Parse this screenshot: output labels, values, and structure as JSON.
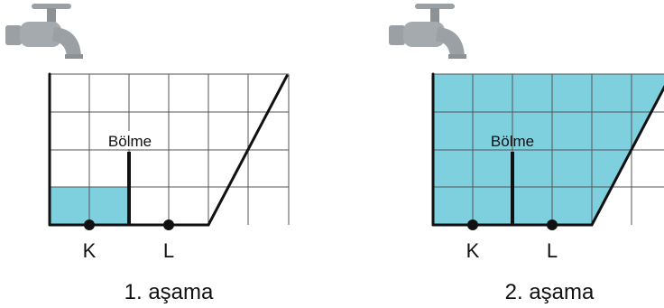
{
  "colors": {
    "water": "#7fd0df",
    "grid": "#555555",
    "ink": "#111111",
    "tap": "#9aa0a3"
  },
  "partition_label": "Bölme",
  "point_labels": {
    "k": "K",
    "l": "L"
  },
  "panels": [
    {
      "id": "stage-1",
      "caption": "1. aşama",
      "water_fill": "left-compartment-bottom-row"
    },
    {
      "id": "stage-2",
      "caption": "2. aşama",
      "water_fill": "full-tank"
    }
  ]
}
